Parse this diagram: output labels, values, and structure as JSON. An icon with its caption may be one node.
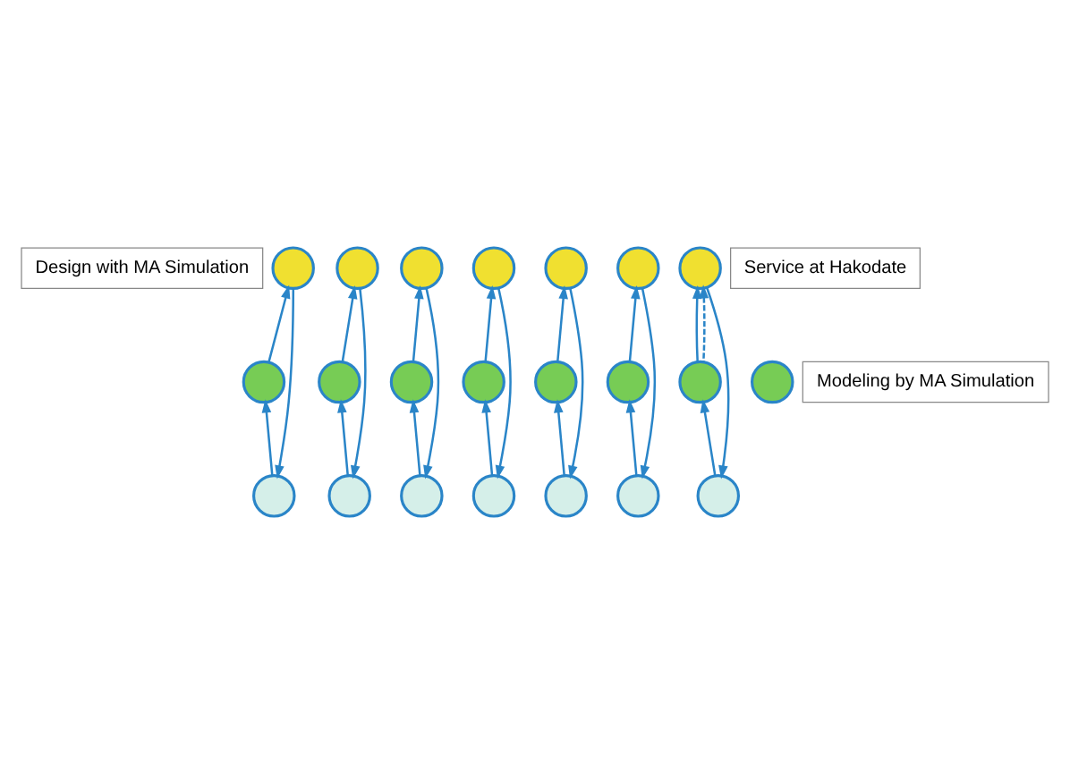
{
  "diagram": {
    "nodes": [
      {
        "text": [
          "Design with MA Simulation"
        ]
      },
      {
        "text": [],
        "shape": "circle"
      },
      {
        "text": [],
        "shape": "circle"
      },
      {
        "text": [],
        "shape": "circle"
      },
      {
        "text": [],
        "shape": "circle"
      },
      {
        "text": [],
        "shape": "circle"
      },
      {
        "text": [],
        "shape": "circle"
      },
      {
        "text": [],
        "shape": "circle"
      },
      {
        "text": [],
        "shape": "circle"
      },
      {
        "text": [],
        "shape": "circle"
      },
      {
        "text": [],
        "shape": "circle"
      },
      {
        "text": [],
        "shape": "circle"
      },
      {
        "text": [],
        "shape": "circle"
      },
      {
        "text": [],
        "shape": "circle"
      },
      {
        "text": [],
        "shape": "circle"
      },
      {
        "text": [],
        "shape": "circle"
      },
      {
        "text": [
          "Modeling by MA Simulation"
        ]
      },
      {
        "text": [],
        "shape": "circle"
      },
      {
        "text": [],
        "shape": "circle"
      },
      {
        "text": [],
        "shape": "circle"
      },
      {
        "text": [],
        "shape": "circle"
      },
      {
        "text": [],
        "shape": "circle"
      },
      {
        "text": [],
        "shape": "circle"
      },
      {
        "text": [],
        "shape": "circle"
      },
      {
        "text": [
          "Service at Hakodate"
        ]
      }
    ],
    "edges": [
      {
        "from": 1,
        "to": 17,
        "arrow": "to"
      },
      {
        "from": 2,
        "to": 18,
        "arrow": "to"
      },
      {
        "from": 3,
        "to": 19,
        "arrow": "to"
      },
      {
        "from": 4,
        "to": 20,
        "arrow": "to"
      },
      {
        "from": 5,
        "to": 21,
        "arrow": "to"
      },
      {
        "from": 6,
        "to": 22,
        "arrow": "to"
      },
      {
        "from": 7,
        "to": 23,
        "arrow": "to"
      },
      {
        "from": 17,
        "to": 9,
        "arrow": "to"
      },
      {
        "from": 18,
        "to": 10,
        "arrow": "to"
      },
      {
        "from": 19,
        "to": 11,
        "arrow": "to"
      },
      {
        "from": 20,
        "to": 12,
        "arrow": "to"
      },
      {
        "from": 21,
        "to": 13,
        "arrow": "to"
      },
      {
        "from": 22,
        "to": 14,
        "arrow": "to"
      },
      {
        "from": 23,
        "to": 15,
        "arrow": "to"
      },
      {
        "from": 9,
        "to": 1,
        "arrow": "to"
      },
      {
        "from": 10,
        "to": 2,
        "arrow": "to"
      },
      {
        "from": 11,
        "to": 3,
        "arrow": "to"
      },
      {
        "from": 12,
        "to": 4,
        "arrow": "to"
      },
      {
        "from": 13,
        "to": 5,
        "arrow": "to"
      },
      {
        "from": 14,
        "to": 6,
        "arrow": "to"
      },
      {
        "from": 15,
        "to": 7,
        "arrow": "to"
      },
      {
        "from": 15,
        "to": 7,
        "arrow": "to",
        "style": "dashed"
      }
    ]
  }
}
